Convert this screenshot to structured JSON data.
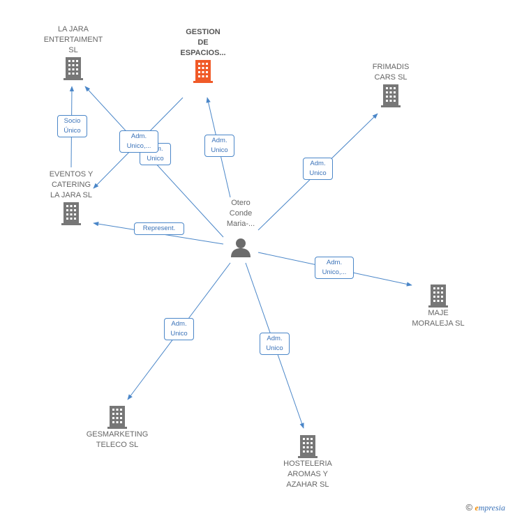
{
  "colors": {
    "edge": "#4a86c8",
    "building": "#777777",
    "building_main": "#f05a28",
    "person": "#6b6b6b"
  },
  "nodes": {
    "gestion": "GESTION\nDE\nESPACIOS...",
    "lajara_ent": "LA JARA\nENTERTAIMENT\nSL",
    "frimadis": "FRIMADIS\nCARS SL",
    "eventos": "EVENTOS Y\nCATERING\nLA JARA  SL",
    "person": "Otero\nConde\nMaria-...",
    "maje": "MAJE\nMORALEJA SL",
    "gesmarketing": "GESMARKETING\nTELECO  SL",
    "hosteleria": "HOSTELERIA\nAROMAS Y\nAZAHAR  SL"
  },
  "edges": {
    "socio_unico": "Socio\nÚnico",
    "adm_unico_dots_a": "Adm.\nUnico,...",
    "adm_unico_b": "Adm.\nUnico",
    "adm_unico_gestion": "Adm.\nUnico",
    "adm_unico_frimadis": "Adm.\nUnico",
    "represent": "Represent.",
    "adm_unico_maje": "Adm.\nUnico,...",
    "adm_unico_gesmarketing": "Adm.\nUnico",
    "adm_unico_hosteleria": "Adm.\nUnico"
  },
  "footer": {
    "copyright": "©",
    "brand_initial": "e",
    "brand_rest": "mpresia"
  }
}
